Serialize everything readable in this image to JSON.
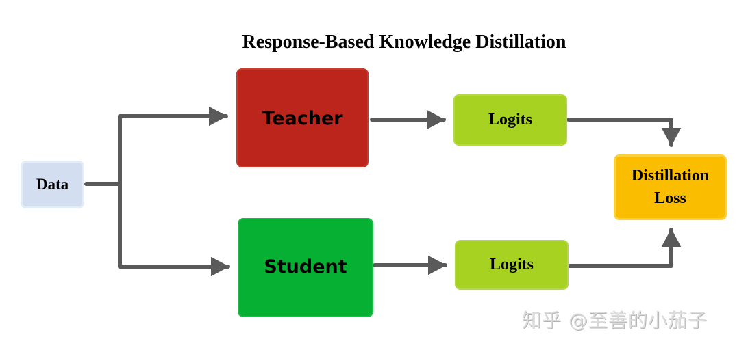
{
  "title": "Response-Based Knowledge Distillation",
  "nodes": {
    "data": {
      "label": "Data",
      "color": "#d3dff0"
    },
    "teacher": {
      "label": "Teacher",
      "color": "#bb251c"
    },
    "student": {
      "label": "Student",
      "color": "#05b033"
    },
    "logits_teacher": {
      "label": "Logits",
      "color": "#a8d222"
    },
    "logits_student": {
      "label": "Logits",
      "color": "#a8d222"
    },
    "distillation_loss": {
      "line1": "Distillation",
      "line2": "Loss",
      "color": "#fbbd00"
    }
  },
  "edges": [
    {
      "from": "Data",
      "to": "Teacher"
    },
    {
      "from": "Data",
      "to": "Student"
    },
    {
      "from": "Teacher",
      "to": "Logits (teacher)"
    },
    {
      "from": "Student",
      "to": "Logits (student)"
    },
    {
      "from": "Logits (teacher)",
      "to": "Distillation Loss"
    },
    {
      "from": "Logits (student)",
      "to": "Distillation Loss"
    }
  ],
  "arrow_color": "#5a5a5a",
  "watermark": "知乎 @至善的小茄子"
}
